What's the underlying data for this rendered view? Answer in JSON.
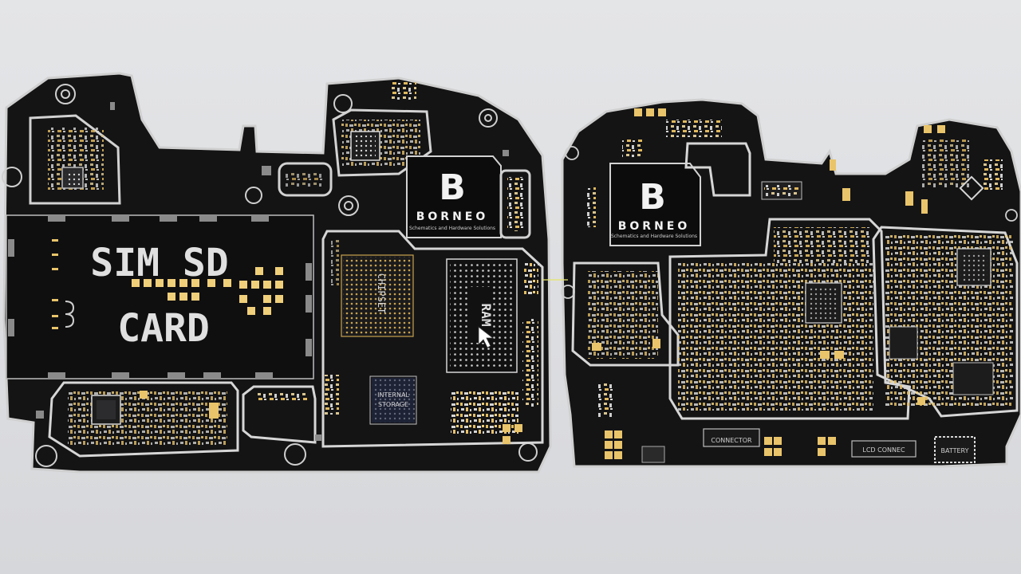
{
  "labels": {
    "sim_sd": "SIM SD",
    "card": "CARD",
    "chipset": "CHIPSET",
    "ram": "RAM",
    "internal_storage_line1": "INTERNAL",
    "internal_storage_line2": "STORAGE",
    "connector": "CONNECTOR",
    "lcd_connector": "LCD CONNEC",
    "battery": "BATTERY"
  },
  "logo": {
    "brand": "BORNEO",
    "tagline": "Schematics and Hardware Solutions"
  },
  "colors": {
    "board": "#141415",
    "outline": "#d4d4d4",
    "pad_gold": "#e9c46a",
    "background": "#e0e1e3"
  }
}
